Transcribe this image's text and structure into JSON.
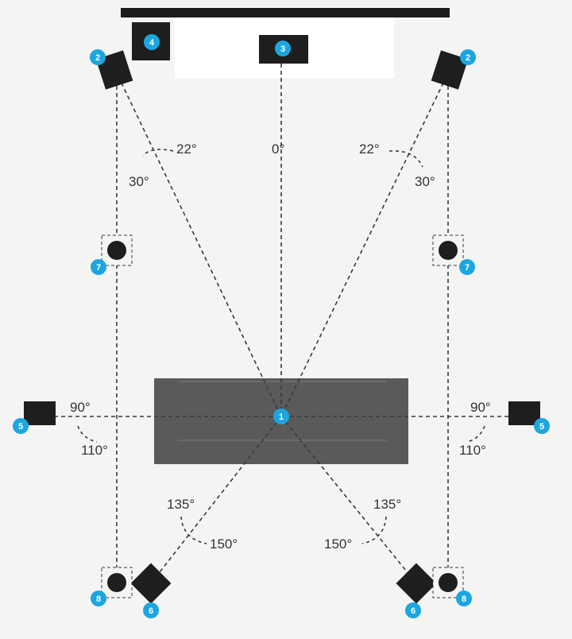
{
  "colors": {
    "background": "#f4f4f3",
    "tv_bar": "#1c1c1c",
    "tv_stand": "#ffffff",
    "speaker": "#1e1e1e",
    "sofa": "#5a5a5a",
    "sofa_edge": "#6b6b6b",
    "guide_line": "#3a3a3a",
    "badge": "#1ba6e0",
    "badge_text": "#ffffff",
    "label_text": "#333333"
  },
  "badges": {
    "listener": "1",
    "front_left": "2",
    "front_right": "2",
    "center": "3",
    "subwoofer": "4",
    "side_left": "5",
    "side_right": "5",
    "back_left": "6",
    "back_right": "6",
    "ceiling_front_left": "7",
    "ceiling_front_right": "7",
    "ceiling_back_left": "8",
    "ceiling_back_right": "8"
  },
  "angles": {
    "center": "0°",
    "front_left_inner": "22°",
    "front_left_outer": "30°",
    "front_right_inner": "22°",
    "front_right_outer": "30°",
    "side_left_inner": "90°",
    "side_left_outer": "110°",
    "side_right_inner": "90°",
    "side_right_outer": "110°",
    "back_left_inner": "135°",
    "back_left_outer": "150°",
    "back_right_inner": "135°",
    "back_right_outer": "150°"
  },
  "icons": {
    "speaker": "square-speaker-icon",
    "ceiling_speaker": "round-ceiling-speaker-icon",
    "sofa": "sofa-icon",
    "tv": "tv-screen-icon"
  }
}
